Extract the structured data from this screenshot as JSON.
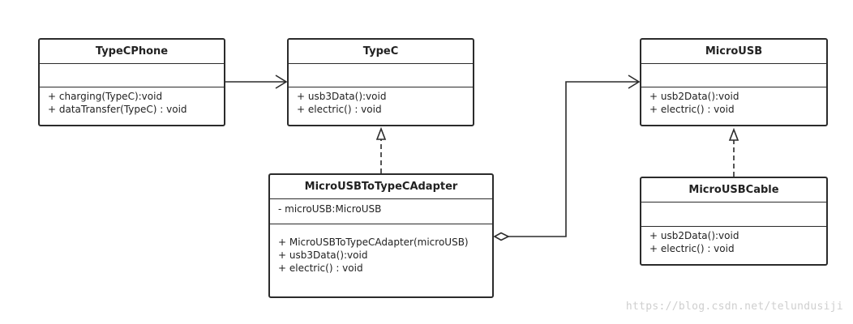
{
  "classes": {
    "typecphone": {
      "name": "TypeCPhone",
      "attributes": [],
      "operations": [
        "+ charging(TypeC):void",
        "+ dataTransfer(TypeC) : void"
      ]
    },
    "typec": {
      "name": "TypeC",
      "attributes": [],
      "operations": [
        "+ usb3Data():void",
        "+ electric() : void"
      ]
    },
    "microusb": {
      "name": "MicroUSB",
      "attributes": [],
      "operations": [
        "+ usb2Data():void",
        "+ electric() : void"
      ]
    },
    "adapter": {
      "name": "MicroUSBToTypeCAdapter",
      "attributes": [
        "- microUSB:MicroUSB"
      ],
      "operations": [
        "+ MicroUSBToTypeCAdapter(microUSB)",
        "+ usb3Data():void",
        "+ electric() : void"
      ]
    },
    "cable": {
      "name": "MicroUSBCable",
      "attributes": [],
      "operations": [
        "+ usb2Data():void",
        "+ electric() : void"
      ]
    }
  },
  "relations": [
    {
      "from": "TypeCPhone",
      "to": "TypeC",
      "kind": "association"
    },
    {
      "from": "MicroUSBToTypeCAdapter",
      "to": "TypeC",
      "kind": "realization"
    },
    {
      "from": "MicroUSBToTypeCAdapter",
      "to": "MicroUSB",
      "kind": "aggregation"
    },
    {
      "from": "MicroUSBCable",
      "to": "MicroUSB",
      "kind": "realization"
    }
  ],
  "watermark": "https://blog.csdn.net/telundusiji",
  "colors": {
    "line": "#2b2b2b",
    "background": "#ffffff",
    "watermark": "#cfcfcf"
  }
}
